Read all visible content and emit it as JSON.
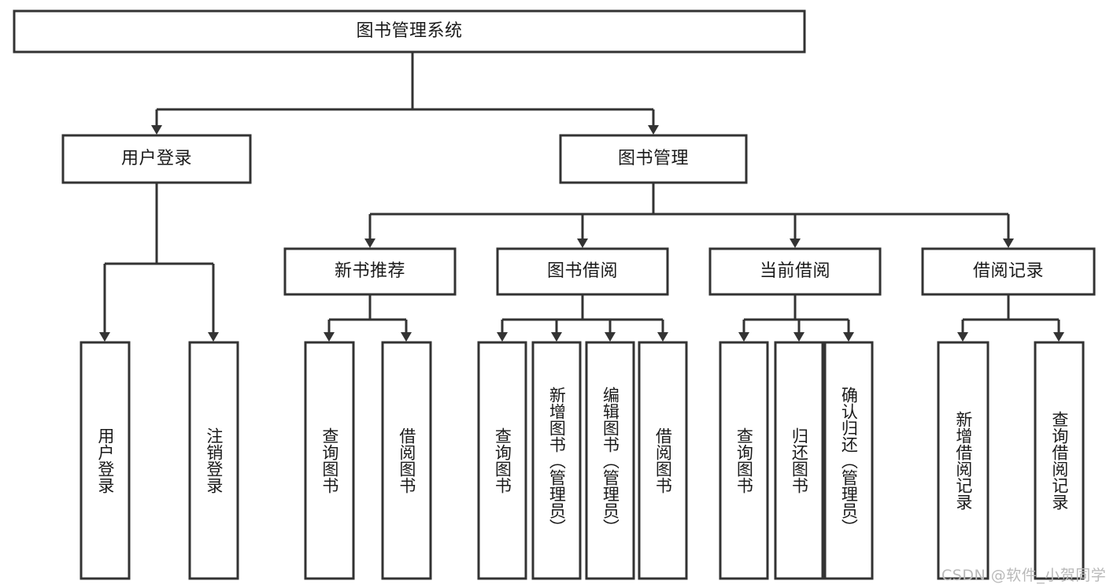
{
  "diagram": {
    "title": "图书管理系统",
    "type": "tree-hierarchy-chart",
    "colors": {
      "box_stroke": "#333333",
      "box_fill": "#ffffff",
      "text": "#1a1a1a",
      "background": "#ffffff",
      "watermark": "#b9b9b9"
    },
    "root": {
      "label": "图书管理系统"
    },
    "level2": [
      {
        "label": "用户登录"
      },
      {
        "label": "图书管理"
      }
    ],
    "level3": [
      {
        "label": "新书推荐"
      },
      {
        "label": "图书借阅"
      },
      {
        "label": "当前借阅"
      },
      {
        "label": "借阅记录"
      }
    ],
    "leaves": {
      "user_login": [
        {
          "label": "用户登录"
        },
        {
          "label": "注销登录"
        }
      ],
      "new_book_recommend": [
        {
          "label": "查询图书"
        },
        {
          "label": "借阅图书"
        }
      ],
      "book_borrow": [
        {
          "label": "查询图书"
        },
        {
          "label": "新增图书（管理员）"
        },
        {
          "label": "编辑图书（管理员）"
        },
        {
          "label": "借阅图书"
        }
      ],
      "current_borrow": [
        {
          "label": "查询图书"
        },
        {
          "label": "归还图书"
        },
        {
          "label": "确认归还（管理员）"
        }
      ],
      "borrow_records": [
        {
          "label": "新增借阅记录"
        },
        {
          "label": "查询借阅记录"
        }
      ]
    },
    "watermark": "CSDN @软件_小贺同学"
  }
}
